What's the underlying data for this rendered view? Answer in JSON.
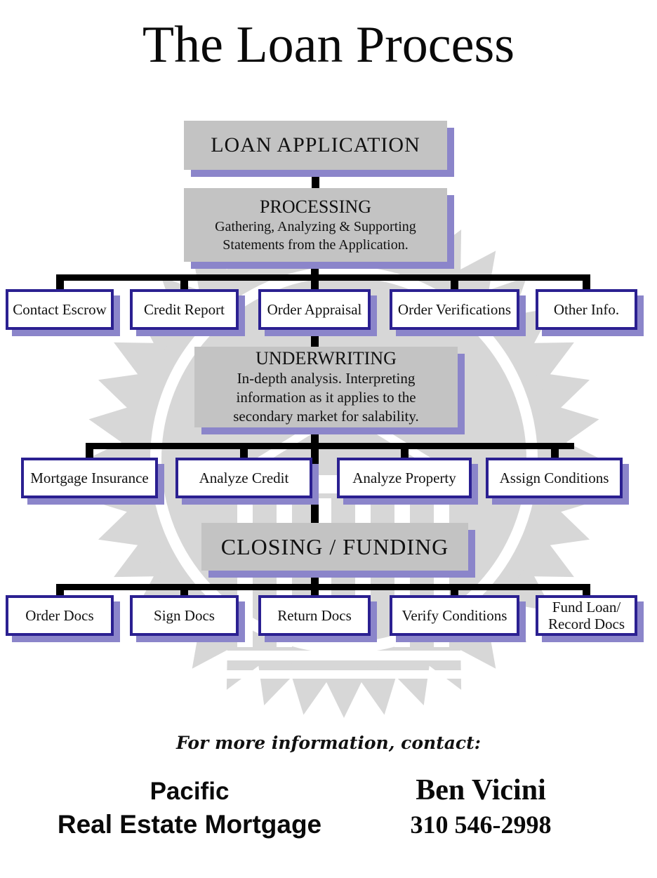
{
  "title": "The Loan Process",
  "colors": {
    "box_border": "#2b2091",
    "box_shadow": "#8b85ca",
    "gray_box_fill": "#c3c3c3",
    "watermark_gray": "#d7d7d7",
    "connector": "#000000"
  },
  "flow": {
    "loan_application": {
      "label": "LOAN APPLICATION"
    },
    "processing": {
      "title": "PROCESSING",
      "body": "Gathering, Analyzing & Supporting Statements from the Application."
    },
    "processing_children": [
      "Contact Escrow",
      "Credit Report",
      "Order Appraisal",
      "Order Verifications",
      "Other Info."
    ],
    "underwriting": {
      "title": "UNDERWRITING",
      "body": "In-depth analysis. Interpreting information as it applies to the secondary market for salability."
    },
    "underwriting_children": [
      "Mortgage Insurance",
      "Analyze Credit",
      "Analyze Property",
      "Assign Conditions"
    ],
    "closing": {
      "label": "CLOSING / FUNDING"
    },
    "closing_children": [
      "Order Docs",
      "Sign Docs",
      "Return Docs",
      "Verify Conditions",
      "Fund Loan/\nRecord Docs"
    ]
  },
  "footer": {
    "contact_note": "For more information, contact:",
    "company_line1": "Pacific",
    "company_line2": "Real Estate Mortgage",
    "contact_name": "Ben Vicini",
    "contact_phone": "310 546-2998"
  }
}
